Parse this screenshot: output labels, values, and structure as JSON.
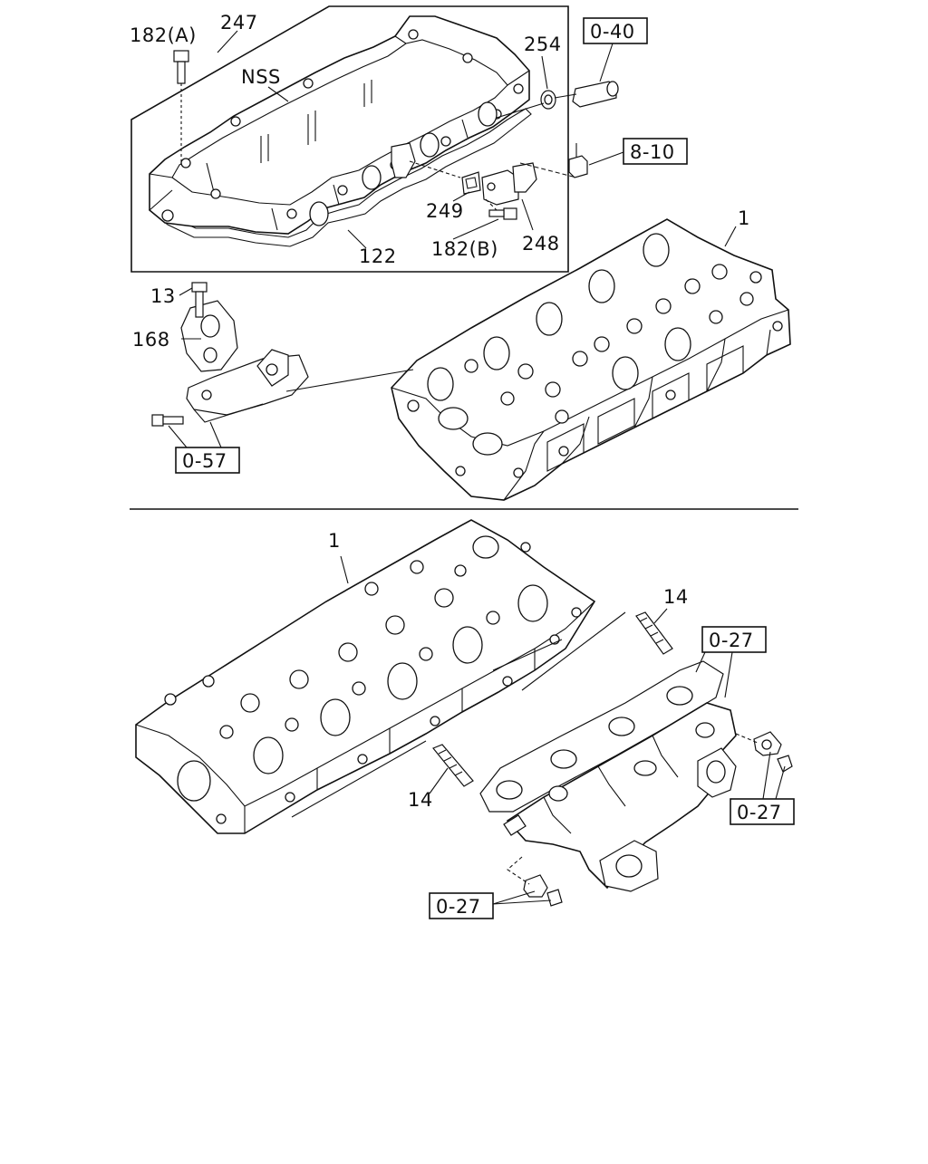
{
  "labels": {
    "l182a": "182(A)",
    "l247": "247",
    "lnss": "NSS",
    "l254": "254",
    "lbox040": "0-40",
    "lbox810": "8-10",
    "l249": "249",
    "l248": "248",
    "l182b": "182(B)",
    "l122": "122",
    "l1top": "1",
    "l13": "13",
    "l168": "168",
    "lbox057": "0-57",
    "l1bot": "1",
    "l14a": "14",
    "l14b": "14",
    "lbox027a": "0-27",
    "lbox027b": "0-27",
    "lbox027c": "0-27"
  }
}
